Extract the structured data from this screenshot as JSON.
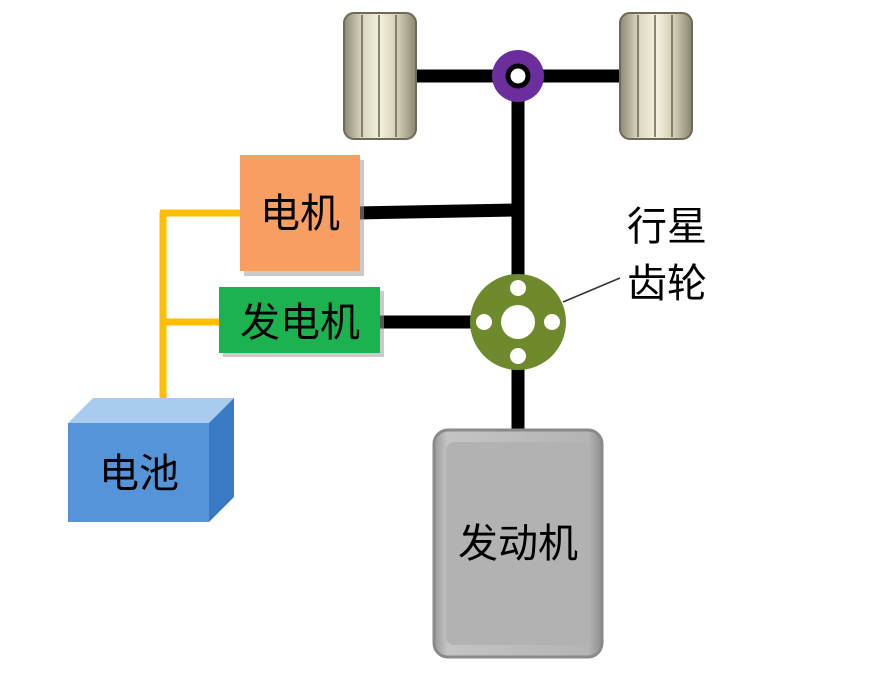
{
  "labels": {
    "motor": "电机",
    "generator": "发电机",
    "battery": "电池",
    "engine": "发动机",
    "planetary_gear_line1": "行星",
    "planetary_gear_line2": "齿轮"
  },
  "colors": {
    "motor_fill": "#F79E63",
    "generator_fill": "#1CB24F",
    "battery_front": "#5594D8",
    "battery_top": "#A9CBEF",
    "battery_side": "#3A7AC4",
    "engine_fill": "#B2B2B2",
    "gear_fill": "#6E8A2C",
    "differential_ring": "#6C2E9C",
    "electric_line": "#FFBF00",
    "shaft": "#000000",
    "tire": "#C8C3A8"
  }
}
